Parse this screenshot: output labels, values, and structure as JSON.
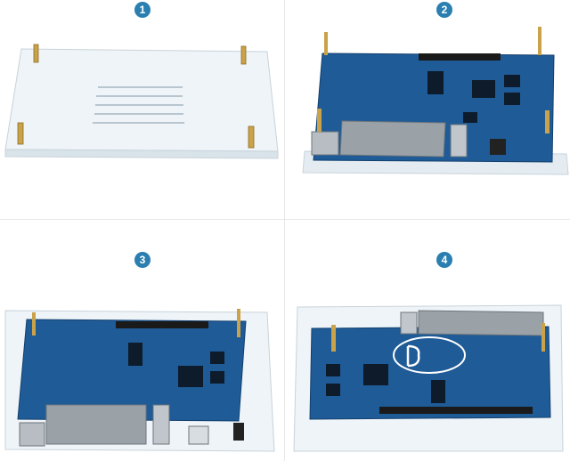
{
  "steps": [
    {
      "number": "1"
    },
    {
      "number": "2"
    },
    {
      "number": "3"
    },
    {
      "number": "4"
    }
  ],
  "colors": {
    "badge": "#2a7fb0",
    "pcb": "#1f5b97",
    "acrylic": "#eef4f8",
    "brass": "#c9a24a",
    "ethernet": "#9aa2a8"
  }
}
